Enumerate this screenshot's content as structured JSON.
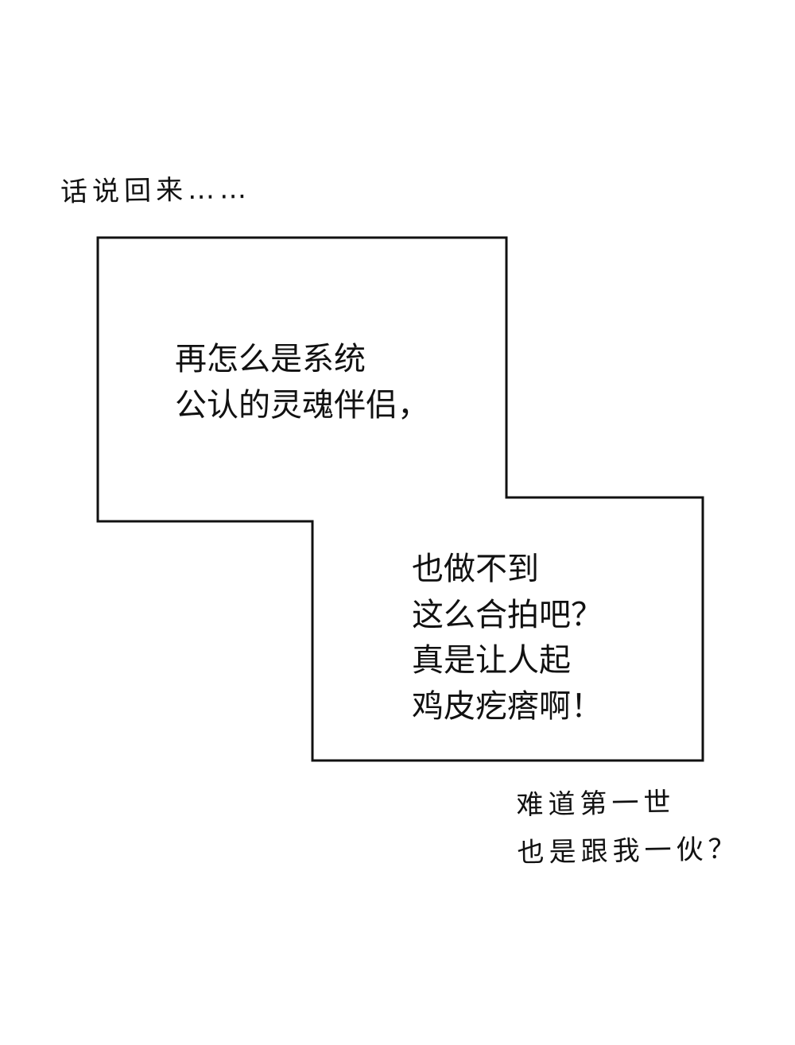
{
  "captions": {
    "top": "话说回来……",
    "bottom": [
      "难道第一世",
      "也是跟我一伙？"
    ]
  },
  "panel": {
    "upper_text": [
      "再怎么是系统",
      "公认的灵魂伴侣，"
    ],
    "lower_text": [
      "也做不到",
      "这么合拍吧？",
      "真是让人起",
      "鸡皮疙瘩啊！"
    ]
  },
  "colors": {
    "background": "#ffffff",
    "ink": "#111111"
  }
}
